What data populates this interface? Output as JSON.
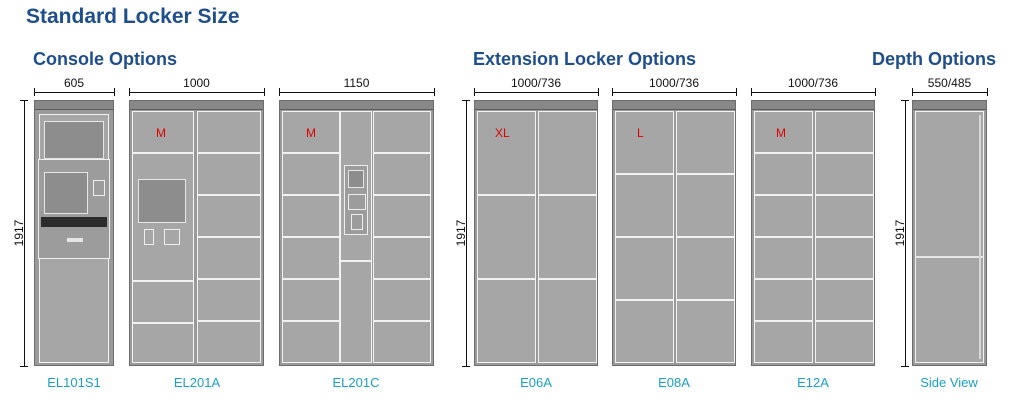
{
  "title": "Standard Locker Size",
  "sections": {
    "console": "Console Options",
    "extension": "Extension Locker Options",
    "depth": "Depth Options"
  },
  "height_label": "1917",
  "lockers": [
    {
      "model": "EL101S1",
      "width": "605",
      "size": ""
    },
    {
      "model": "EL201A",
      "width": "1000",
      "size": "M"
    },
    {
      "model": "EL201C",
      "width": "1150",
      "size": "M"
    },
    {
      "model": "E06A",
      "width": "1000/736",
      "size": "XL"
    },
    {
      "model": "E08A",
      "width": "1000/736",
      "size": "L"
    },
    {
      "model": "E12A",
      "width": "1000/736",
      "size": "M"
    },
    {
      "model": "Side View",
      "width": "550/485",
      "size": ""
    }
  ]
}
